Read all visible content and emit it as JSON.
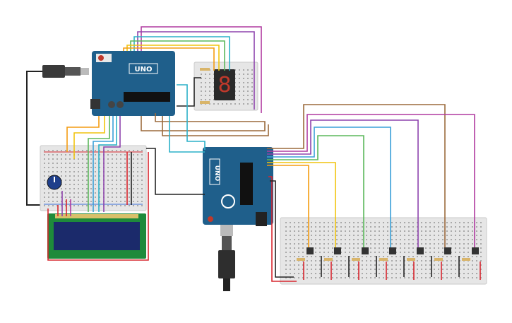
{
  "colors": {
    "background": "#ffffff",
    "board_blue": "#1f5f8b",
    "board_dark": "#174a6d",
    "breadboard": "#e6e6e6",
    "lcd_green": "#1e8a3b",
    "lcd_screen": "#1b2a6b",
    "seven_seg": "#2a2a2a",
    "wire_red": "#d7262e",
    "wire_black": "#222222",
    "wire_orange": "#f39c12",
    "wire_yellow": "#f1c40f",
    "wire_green": "#5cb85c",
    "wire_blue": "#3aa0d8",
    "wire_purple": "#8e44ad",
    "wire_magenta": "#b03aa0",
    "wire_brown": "#9b6a3c",
    "wire_cyan": "#2bb1c8",
    "usb": "#3a3a3a",
    "button": "#333333"
  },
  "boards": {
    "left_uno": {
      "brand_label": "UNO",
      "name": "arduino-uno"
    },
    "right_uno": {
      "brand_label": "UNO",
      "name": "arduino-uno"
    }
  },
  "components": {
    "pushbutton_count": 7,
    "seven_segment_digit": "8"
  }
}
